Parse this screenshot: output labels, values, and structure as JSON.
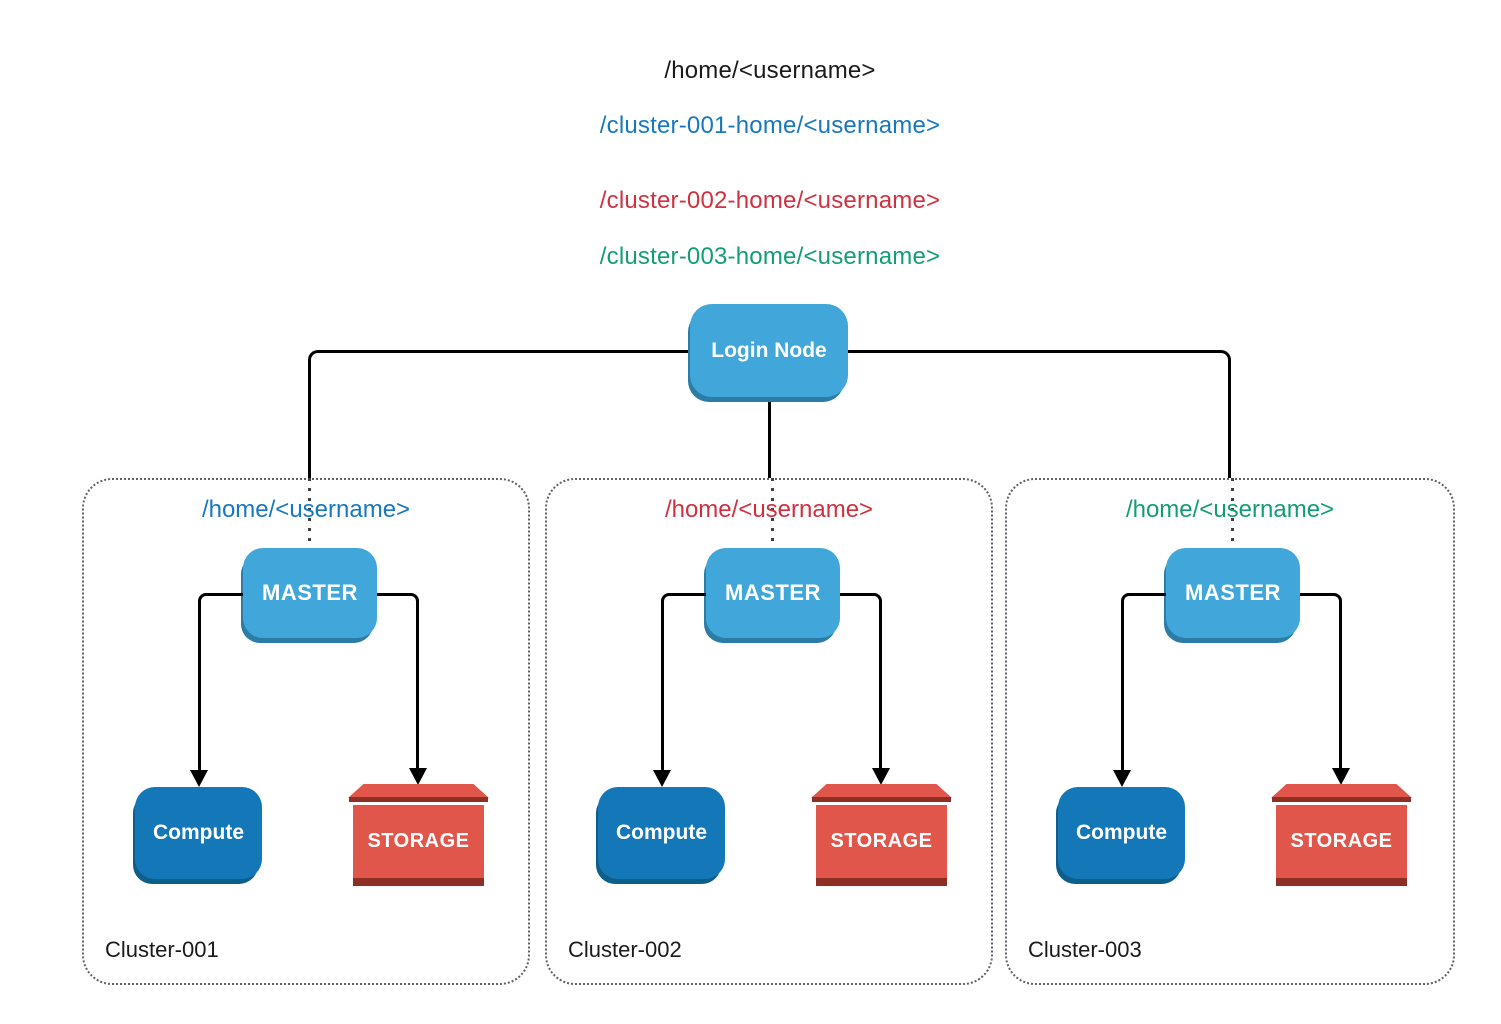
{
  "title_paths": {
    "main": {
      "text": "/home/<username>",
      "color": "#1a1a1a"
    },
    "cluster1": {
      "text": "/cluster-001-home/<username>",
      "color": "#1878be"
    },
    "cluster2": {
      "text": "/cluster-002-home/<username>",
      "color": "#d03140"
    },
    "cluster3": {
      "text": "/cluster-003-home/<username>",
      "color": "#149c79"
    }
  },
  "login_node": {
    "label": "Login Node"
  },
  "clusters": [
    {
      "name": "Cluster-001",
      "home_path": "/home/<username>",
      "home_path_color": "#1878be",
      "master": "MASTER",
      "compute": "Compute",
      "storage": "STORAGE"
    },
    {
      "name": "Cluster-002",
      "home_path": "/home/<username>",
      "home_path_color": "#d03140",
      "master": "MASTER",
      "compute": "Compute",
      "storage": "STORAGE"
    },
    {
      "name": "Cluster-003",
      "home_path": "/home/<username>",
      "home_path_color": "#149c79",
      "master": "MASTER",
      "compute": "Compute",
      "storage": "STORAGE"
    }
  ],
  "colors": {
    "master_fill": "#41a7da",
    "master_shadow": "#2b7da7",
    "compute_fill": "#1478b8",
    "compute_shadow": "#0e5e8a",
    "storage_fill": "#e0564b",
    "storage_dark": "#8e2f26",
    "connector": "#000000",
    "cluster_border": "#5f6368"
  }
}
